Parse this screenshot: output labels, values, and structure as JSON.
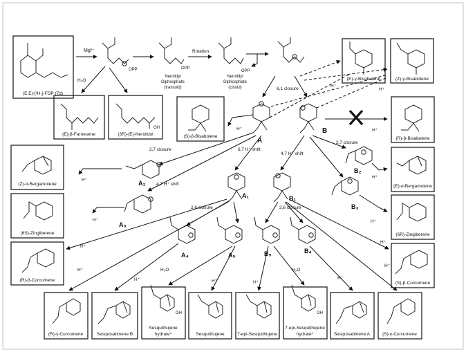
{
  "reagents": {
    "mg": "Mg²⁺",
    "rotation": "Rotation",
    "h2o_top": "H₂O",
    "h2o_left": "H₂O",
    "h2o_right": "H₂O",
    "hplus": "H⁺",
    "opp": "OPP"
  },
  "intermediates": {
    "fdp": "(E,E)-[²H₁]-FDP (7d)",
    "nerolidyl_transoid": "Nerolidyl Diphosphate (transoid)",
    "nerolidyl_cisoid": "Nerolidyl Diphosphate (cisoid)",
    "A": "A",
    "B": "B",
    "A1": "A₁",
    "B1": "B₁",
    "A2": "A₂",
    "B2": "B₂",
    "A3": "A₃",
    "B3": "B₃",
    "A4": "A₄",
    "A5": "A₅",
    "B4": "B₄",
    "B5": "B₅"
  },
  "steps": {
    "c61": "6,1 closure",
    "c27a": "2,7 closure",
    "c27b": "2,7 closure",
    "s67": "6,7 H⁺ shift",
    "s47a": "4,7 H⁺ shift",
    "s47b": "4,7 H⁺ shift",
    "c26a": "2,6 closure",
    "c26b": "2,6 closure"
  },
  "products": {
    "e_bisabolene": "(E)-γ-Bisabolene",
    "z_bisabolene": "(Z)-γ-Bisabolene",
    "e_farnesene": "(E)-β-Farnesene",
    "nerolidol": "(3R)-(E)-Nerolidol",
    "s_bisabolene": "(S)-β-Bisabolene",
    "r_bisabolene": "(R)-β-Bisabolene",
    "z_bergamotene": "(Z)-α-Bergamotene",
    "e_bergamotene": "(E)-α-Bergamotene",
    "s_zingiberene": "(6S)-Zingiberene",
    "r_zingiberene": "(6R)-Zingiberene",
    "r_b_curcumene": "(R)-β-Curcumene",
    "s_b_curcumene": "(S)-β-Curcumene",
    "r_g_curcumene": "(R)-γ-Curcumene",
    "sesquisabinene_b": "Sesquisabinene B",
    "sesquithujene_hydrate": "Sesquithujene hydrate*",
    "sesquithujene": "Sesquithujene",
    "epi_sesquithujene": "7-epi-Sesquithujene",
    "epi_sesquithujene_hydrate": "7-epi-Sesquithujene hydrate*",
    "sesquisabinene_a": "Sesquisabinene A",
    "s_g_curcumene": "(S)-γ-Curcumene"
  },
  "colors": {
    "ink": "#111111",
    "box_border": "#222222",
    "frame": "#bfbfbf"
  }
}
